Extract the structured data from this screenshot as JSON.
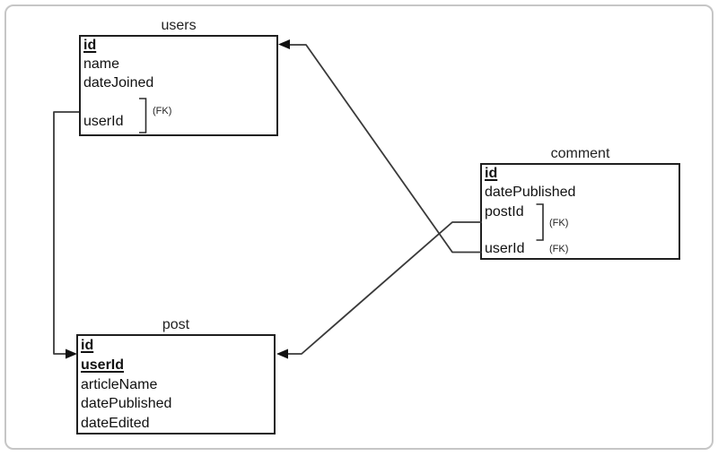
{
  "canvas": {
    "background": "#ffffff",
    "frame_border_color": "#c6c6c6",
    "wire_color": "#3a3a3a",
    "box_border_color": "#1f1f1f",
    "text_color": "#111111"
  },
  "entities": [
    {
      "title": "users",
      "fields": [
        {
          "label": "id",
          "pk": true
        },
        {
          "label": "name"
        },
        {
          "label": "dateJoined"
        },
        {
          "label": "userId",
          "fk_label": "(FK)"
        }
      ]
    },
    {
      "title": "comment",
      "fields": [
        {
          "label": "id",
          "pk": true
        },
        {
          "label": "datePublished"
        },
        {
          "label": "postId",
          "fk_label": "(FK)"
        },
        {
          "label": "userId",
          "fk_label": "(FK)"
        }
      ]
    },
    {
      "title": "post",
      "fields": [
        {
          "label": "id",
          "pk": true
        },
        {
          "label": "userId",
          "pk": true
        },
        {
          "label": "articleName"
        },
        {
          "label": "datePublished"
        },
        {
          "label": "dateEdited"
        }
      ]
    }
  ],
  "relationships": [
    {
      "from": "comment.userId",
      "to": "users.id",
      "arrow_at": "users"
    },
    {
      "from": "comment.postId",
      "to": "post.id",
      "arrow_at": "post"
    },
    {
      "from": "users.userId",
      "to": "post.id",
      "arrow_at": "post"
    }
  ]
}
